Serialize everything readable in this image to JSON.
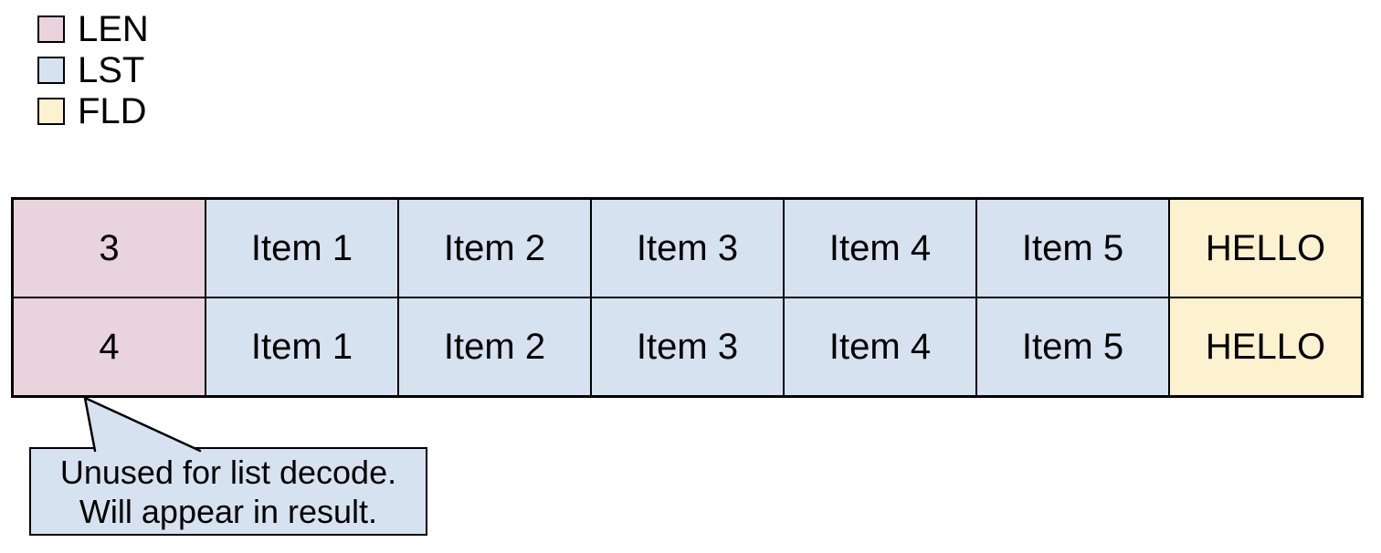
{
  "colors": {
    "len": "#e9d3dd",
    "lst": "#d6e2f0",
    "fld": "#fcf2cf",
    "border": "#000000"
  },
  "legend": {
    "items": [
      {
        "key": "len",
        "label": "LEN",
        "color": "#e9d3dd"
      },
      {
        "key": "lst",
        "label": "LST",
        "color": "#d6e2f0"
      },
      {
        "key": "fld",
        "label": "FLD",
        "color": "#fcf2cf"
      }
    ]
  },
  "table": {
    "rows": [
      {
        "len": "3",
        "items": [
          "Item 1",
          "Item 2",
          "Item 3",
          "Item 4",
          "Item 5"
        ],
        "fld": "HELLO"
      },
      {
        "len": "4",
        "items": [
          "Item 1",
          "Item 2",
          "Item 3",
          "Item 4",
          "Item 5"
        ],
        "fld": "HELLO"
      }
    ]
  },
  "callout": {
    "lines": [
      "Unused for list decode.",
      "Will appear in result."
    ]
  }
}
